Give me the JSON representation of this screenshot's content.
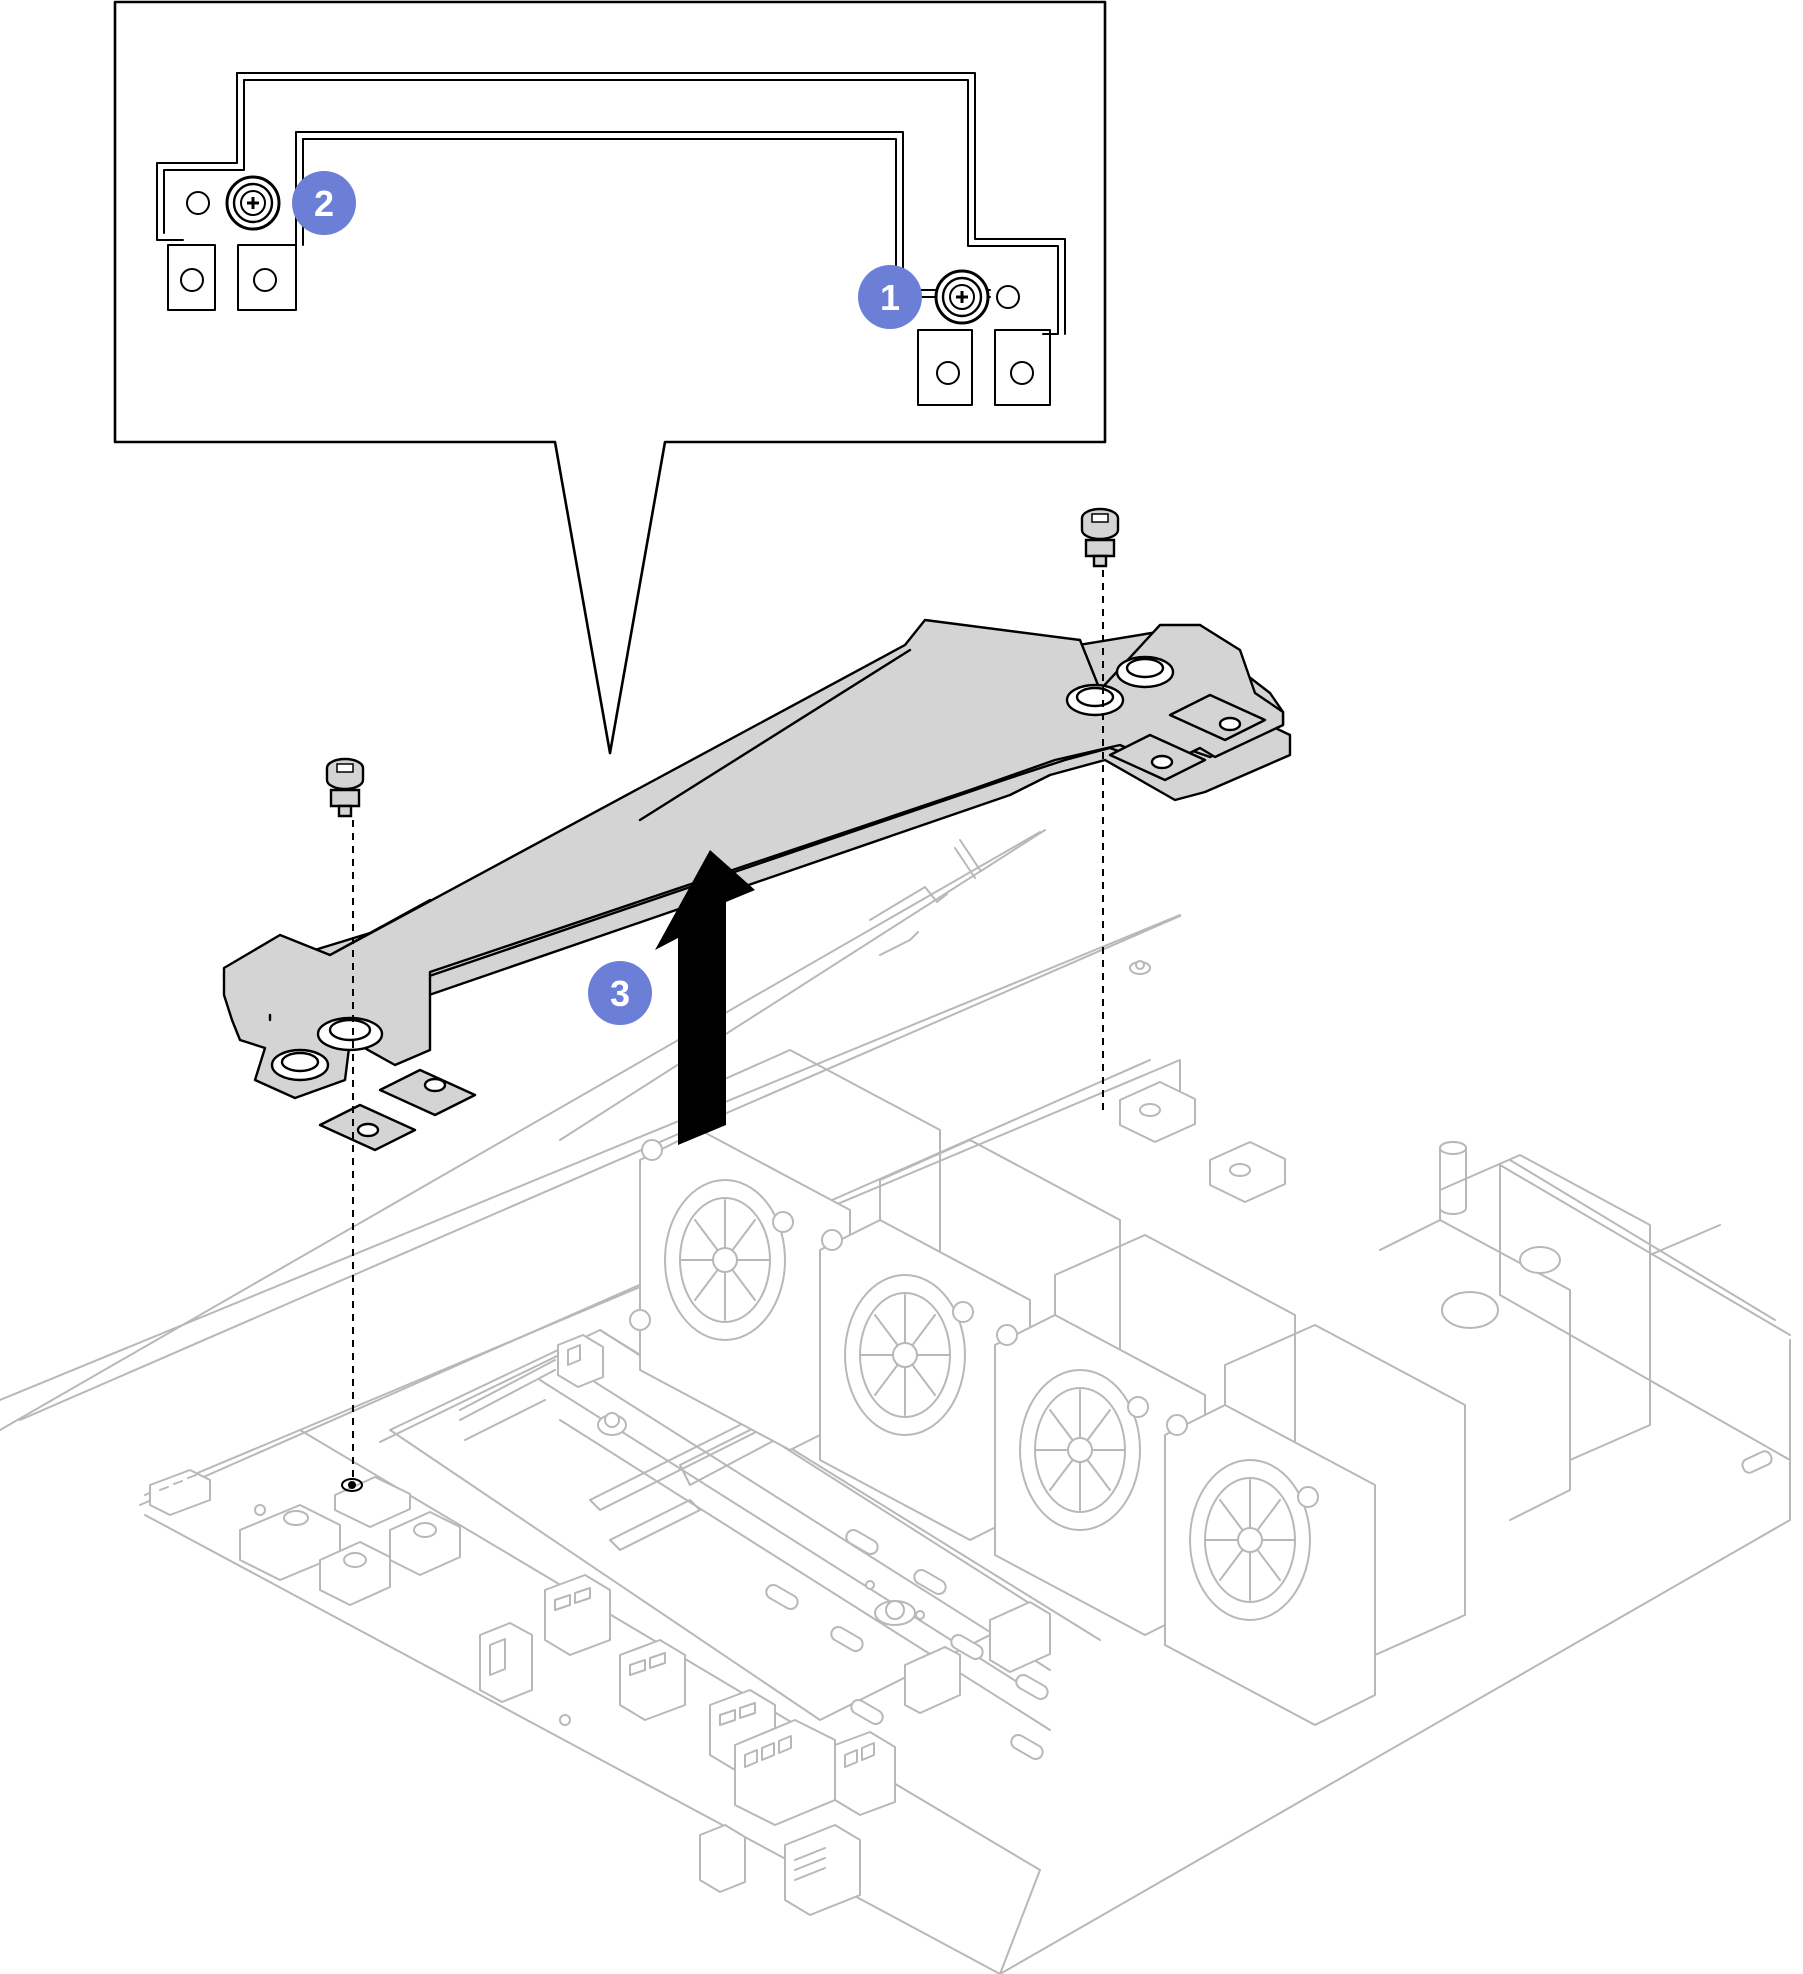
{
  "figure": {
    "description_text": "",
    "callouts": [
      {
        "id": "1",
        "label": "1",
        "color": "#6b7fd7"
      },
      {
        "id": "2",
        "label": "2",
        "color": "#6b7fd7"
      },
      {
        "id": "3",
        "label": "3",
        "color": "#6b7fd7"
      }
    ],
    "colors": {
      "callout": "#6b7fd7",
      "bracket_fill": "#d4d4d4",
      "outline": "#000000",
      "background_parts": "#b8b8b8"
    },
    "icons": [
      "screw-icon",
      "lift-arrow-icon",
      "fan-icon",
      "connector-icon"
    ]
  }
}
